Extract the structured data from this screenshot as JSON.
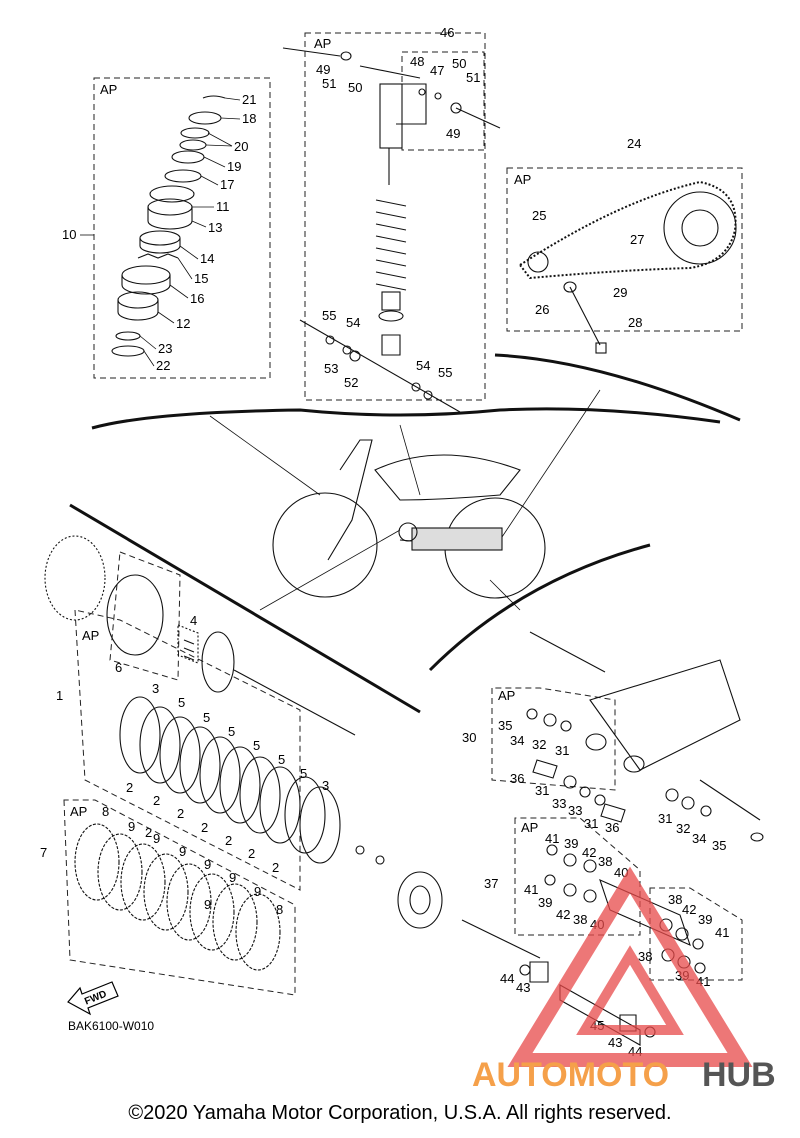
{
  "group_labels": [
    {
      "key": "ap_front",
      "text": "AP"
    },
    {
      "key": "ap_shock",
      "text": "AP"
    },
    {
      "key": "ap_chain",
      "text": "AP"
    },
    {
      "key": "ap_gasket",
      "text": "AP"
    },
    {
      "key": "ap_frictions",
      "text": "AP"
    },
    {
      "key": "ap_swingarm",
      "text": "AP"
    },
    {
      "key": "ap_link",
      "text": "AP"
    }
  ],
  "callouts": {
    "front": [
      "21",
      "18",
      "20",
      "19",
      "17",
      "11",
      "13",
      "14",
      "15",
      "16",
      "12",
      "23",
      "22",
      "10"
    ],
    "shock": [
      "46",
      "49",
      "51",
      "50",
      "48",
      "47",
      "50",
      "51",
      "49",
      "55",
      "54",
      "53",
      "52",
      "54",
      "55"
    ],
    "chain": [
      "24",
      "25",
      "27",
      "26",
      "29",
      "28"
    ],
    "clutch": [
      "4",
      "6",
      "1",
      "3",
      "5",
      "5",
      "5",
      "5",
      "5",
      "5",
      "3",
      "2",
      "2",
      "2",
      "2",
      "2",
      "2",
      "2",
      "2"
    ],
    "frictions": [
      "8",
      "9",
      "9",
      "9",
      "9",
      "9",
      "9",
      "9",
      "8",
      "7"
    ],
    "swingarm": [
      "30",
      "35",
      "34",
      "32",
      "31",
      "36",
      "31",
      "33",
      "33",
      "31",
      "36",
      "31",
      "32",
      "34",
      "35"
    ],
    "link": [
      "37",
      "41",
      "39",
      "42",
      "38",
      "41",
      "39",
      "42",
      "38",
      "40",
      "40",
      "38",
      "42",
      "39",
      "41",
      "38",
      "39",
      "41",
      "44",
      "43",
      "45",
      "43",
      "44"
    ]
  },
  "drawing_number": "BAK6100-W010",
  "fwd_label": "FWD",
  "watermark": {
    "left": "AUTOMOTO",
    "right": "HUB",
    "color_left": "#f5a04a",
    "color_right": "#555555",
    "logo_color": "#e84a4a"
  },
  "copyright": "©2020 Yamaha Motor Corporation, U.S.A. All rights reserved."
}
